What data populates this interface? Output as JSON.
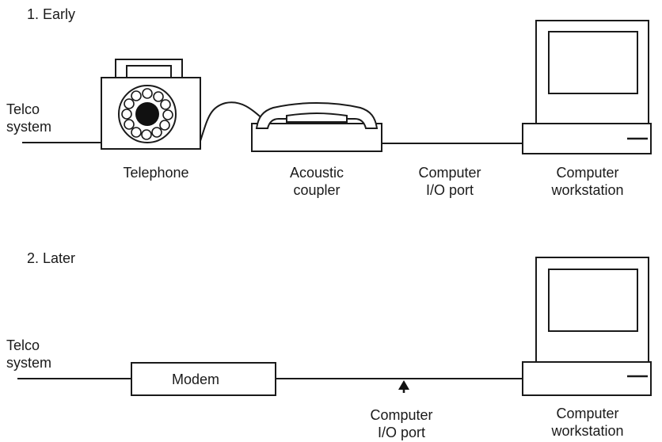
{
  "early": {
    "heading": "1. Early",
    "telco_line1": "Telco",
    "telco_line2": "system",
    "telephone_label": "Telephone",
    "coupler_line1": "Acoustic",
    "coupler_line2": "coupler",
    "port_line1": "Computer",
    "port_line2": "I/O port",
    "workstation_line1": "Computer",
    "workstation_line2": "workstation"
  },
  "later": {
    "heading": "2. Later",
    "telco_line1": "Telco",
    "telco_line2": "system",
    "modem_label": "Modem",
    "port_line1": "Computer",
    "port_line2": "I/O port",
    "workstation_line1": "Computer",
    "workstation_line2": "workstation"
  },
  "colors": {
    "ink": "#1a1a1a",
    "background": "#ffffff"
  },
  "icons": [
    "rotary-telephone-icon",
    "acoustic-coupler-icon",
    "computer-workstation-icon",
    "modem-box-icon",
    "arrow-up-icon"
  ]
}
